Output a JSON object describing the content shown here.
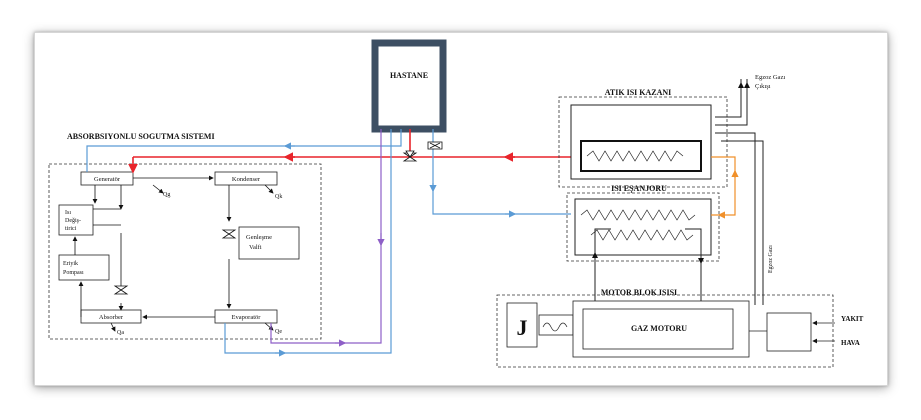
{
  "hospital": {
    "title": "HASTANE"
  },
  "absorption": {
    "title": "ABSORBSIYONLU SOGUTMA SISTEMI",
    "generator": "Generatör",
    "condenser": "Kondenser",
    "heat_exchanger_1": "Isı",
    "heat_exchanger_2": "Değiş-",
    "heat_exchanger_3": "tirici",
    "pump_1": "Eriyik",
    "pump_2": "Pompası",
    "expansion_1": "Genleşme",
    "expansion_2": "Valfi",
    "absorber": "Absorber",
    "evaporator": "Evaporatör",
    "q_generator": "Qg",
    "q_condenser": "Qk",
    "q_absorber": "Qa",
    "q_evaporator": "Qe"
  },
  "waste_heat_boiler": {
    "title": "ATIK ISI KAZANI"
  },
  "heat_exchanger": {
    "title": "ISI EŞANJORU"
  },
  "exhaust": {
    "label_1": "Egzoz Gazı",
    "label_2": "Çıkışı",
    "vertical": "Egzoz Gazı"
  },
  "engine": {
    "block_heat": "MOTOR BLOK ISISI",
    "generator_letter": "J",
    "title": "GAZ MOTORU",
    "fuel": "YAKIT",
    "air": "HAVA"
  },
  "colors": {
    "hot_line": "#e8242b",
    "cold_line": "#5b9bd5",
    "purple_line": "#8e5fc7",
    "orange_line": "#f0902a",
    "hospital_border": "#3d4f63"
  }
}
